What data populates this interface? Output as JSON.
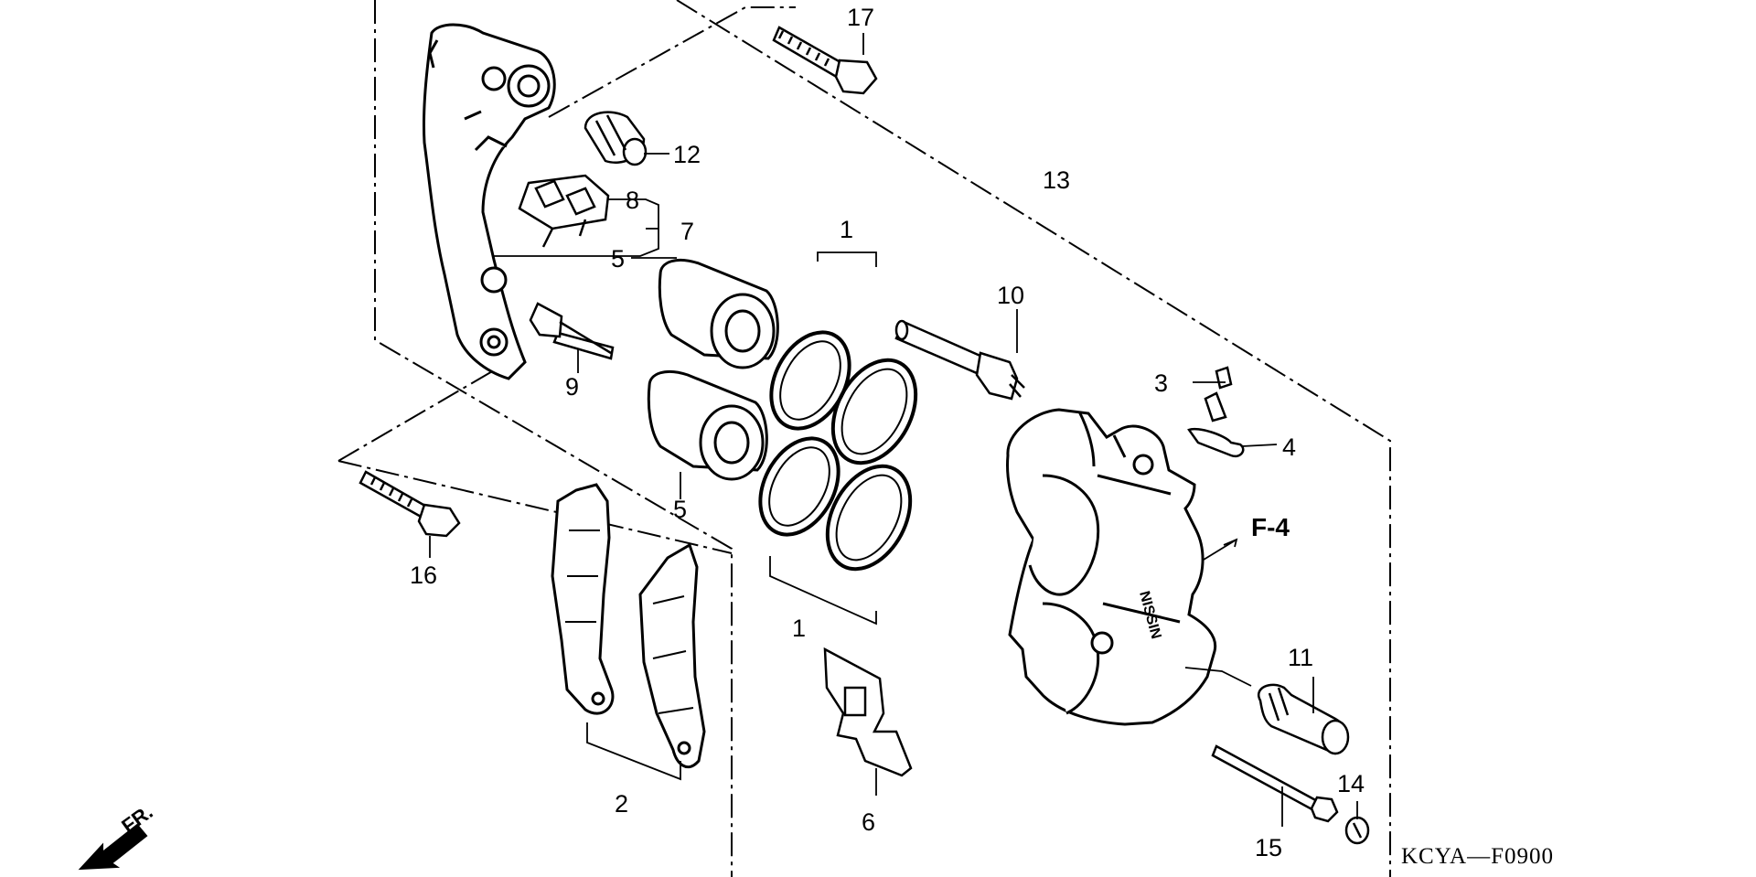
{
  "diagram": {
    "reference": "F-4",
    "code": "KCYA—F0900",
    "direction": "FR.",
    "brand": "NISSIN",
    "parts": [
      {
        "id": "p1a",
        "number": "1"
      },
      {
        "id": "p1b",
        "number": "1"
      },
      {
        "id": "p2",
        "number": "2"
      },
      {
        "id": "p3",
        "number": "3"
      },
      {
        "id": "p4",
        "number": "4"
      },
      {
        "id": "p5a",
        "number": "5"
      },
      {
        "id": "p5b",
        "number": "5"
      },
      {
        "id": "p6",
        "number": "6"
      },
      {
        "id": "p7",
        "number": "7"
      },
      {
        "id": "p8",
        "number": "8"
      },
      {
        "id": "p9",
        "number": "9"
      },
      {
        "id": "p10",
        "number": "10"
      },
      {
        "id": "p11",
        "number": "11"
      },
      {
        "id": "p12",
        "number": "12"
      },
      {
        "id": "p13",
        "number": "13"
      },
      {
        "id": "p14",
        "number": "14"
      },
      {
        "id": "p15",
        "number": "15"
      },
      {
        "id": "p16",
        "number": "16"
      },
      {
        "id": "p17",
        "number": "17"
      }
    ]
  }
}
